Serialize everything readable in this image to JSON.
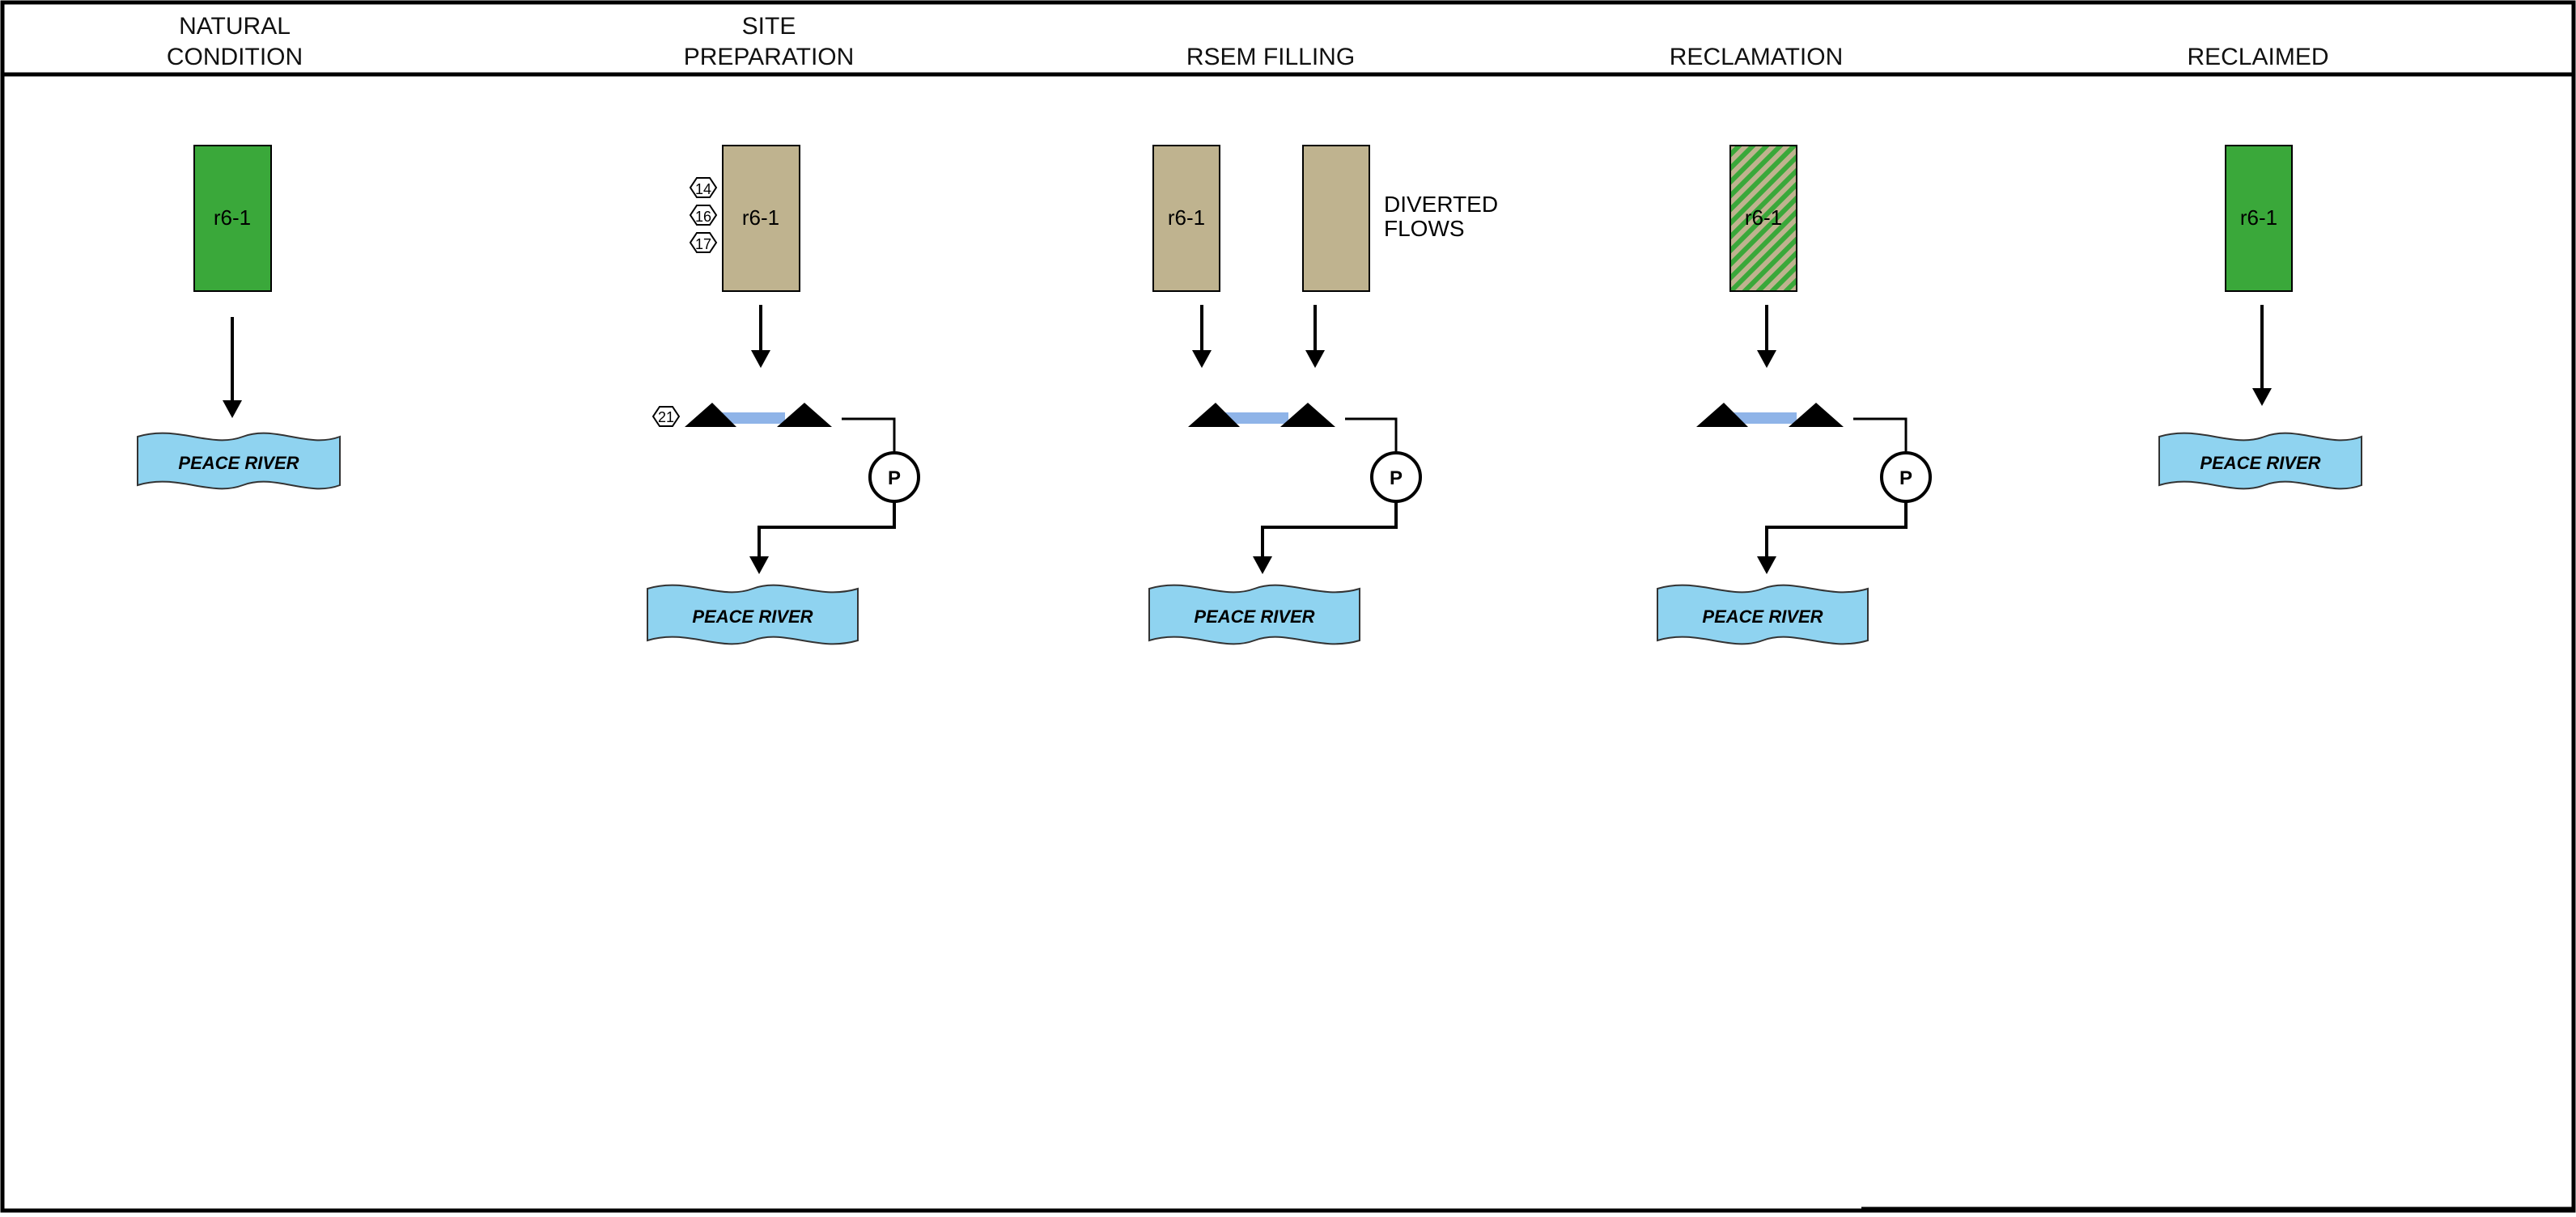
{
  "headers": [
    {
      "line1": "NATURAL",
      "line2": "CONDITION"
    },
    {
      "line1": "SITE",
      "line2": "PREPARATION"
    },
    {
      "line1": "RSEM FILLING",
      "line2": ""
    },
    {
      "line1": "RECLAMATION",
      "line2": ""
    },
    {
      "line1": "RECLAIMED",
      "line2": ""
    }
  ],
  "catchment_label": "r6-1",
  "river_label": "PEACE RIVER",
  "diverted_label": {
    "line1": "DIVERTED",
    "line2": "FLOWS"
  },
  "pump_label": "P",
  "marker_labels": [
    "14",
    "16",
    "17",
    "21"
  ],
  "colors": {
    "natural_green": "#3aa83a",
    "disturbed_tan": "#bfb38f",
    "river_blue": "#8fd3f0",
    "pond_blue": "#8fb4e8"
  }
}
